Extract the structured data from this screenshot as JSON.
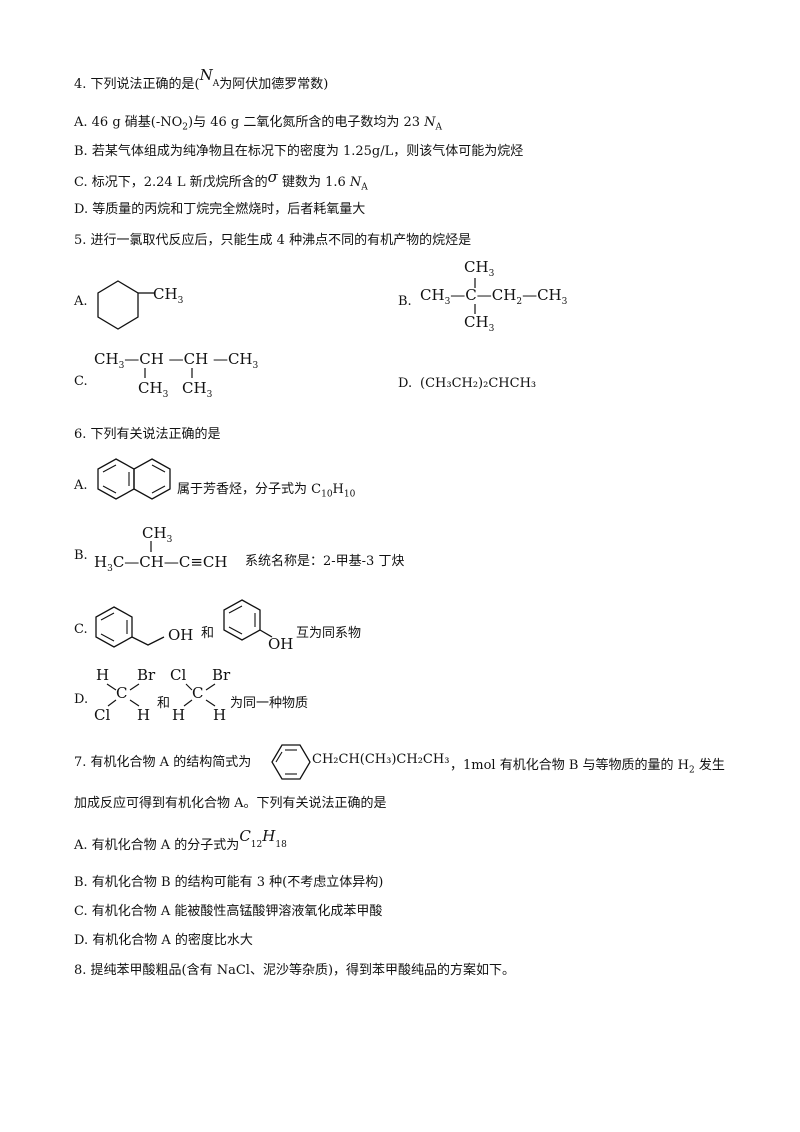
{
  "q4": {
    "stem_pre": "4. 下列说法正确的是(",
    "na_n": "N",
    "na_a": "A",
    "stem_post": "为阿伏加德罗常数)",
    "a_pre": "A. 46 g 硝基(-NO",
    "a_sub": "2",
    "a_post": ")与 46 g 二氧化氮所含的电子数均为 23 ",
    "b": "B. 若某气体组成为纯净物且在标况下的密度为 1.25g/L，则该气体可能为烷烃",
    "c_pre": "C. 标况下，2.24 L 新戊烷所含的",
    "sigma": "σ",
    "c_post": " 键数为 1.6 ",
    "d": "D. 等质量的丙烷和丁烷完全燃烧时，后者耗氧量大"
  },
  "q5": {
    "stem": "5. 进行一氯取代反应后，只能生成 4 种沸点不同的有机产物的烷烃是",
    "a_label": "A.",
    "a_ch3": "CH",
    "b_label": "B.",
    "b_top": "CH",
    "b_row": "CH",
    "b_row2": "—C—CH",
    "b_row3": "—CH",
    "b_bottom": "CH",
    "c_label": "C.",
    "c_row": "CH",
    "c_row2": "—CH —CH —CH",
    "c_sub1": "CH",
    "c_sub2": "CH",
    "d_label": "D.",
    "d_text": "(CH₃CH₂)₂CHCH₃",
    "three": "3",
    "two": "2"
  },
  "q6": {
    "stem": "6. 下列有关说法正确的是",
    "a_label": "A.",
    "a_text_pre": "属于芳香烃，分子式为 C",
    "a_c": "10",
    "a_h_pre": "H",
    "a_h": "10",
    "b_label": "B.",
    "b_top": "CH",
    "b_formula": "H",
    "b_formula2": "C—CH—C≡CH",
    "b_text": "系统名称是：2-甲基-3 丁炔",
    "c_label": "C.",
    "c_oh1": "OH",
    "c_and": "和",
    "c_oh2": "OH",
    "c_text": "互为同系物",
    "d_label": "D.",
    "d_h": "H",
    "d_br": "Br",
    "d_c": "C",
    "d_cl": "Cl",
    "d_and": "和",
    "d_text": "为同一种物质"
  },
  "q7": {
    "stem_pre": "7. 有机化合物 A 的结构简式为",
    "formula": "CH₂CH(CH₃)CH₂CH₃",
    "stem_mid": "，1mol 有机化合物 B 与等物质的量的 H",
    "h2_sub": "2",
    "stem_post": " 发生",
    "stem2": "加成反应可得到有机化合物 A。下列有关说法正确的是",
    "a_pre": "A. 有机化合物 A 的分子式为",
    "a_c": "C",
    "a_12": "12",
    "a_h": "H",
    "a_18": "18",
    "b": "B. 有机化合物 B 的结构可能有 3 种(不考虑立体异构)",
    "c": "C. 有机化合物 A 能被酸性高锰酸钾溶液氧化成苯甲酸",
    "d": "D. 有机化合物 A 的密度比水大"
  },
  "q8": {
    "stem": "8. 提纯苯甲酸粗品(含有 NaCl、泥沙等杂质)，得到苯甲酸纯品的方案如下。"
  }
}
